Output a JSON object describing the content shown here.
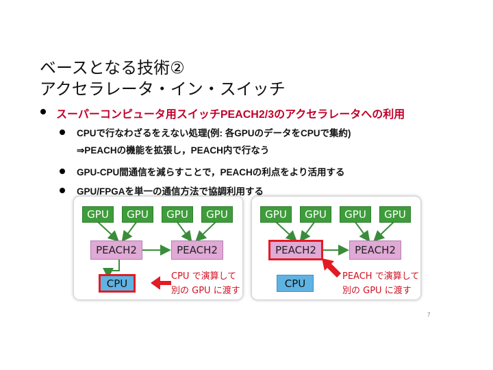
{
  "slide": {
    "title_line1": "ベースとなる技術②",
    "title_line2": "アクセラレータ・イン・スイッチ",
    "bullets": [
      {
        "level": 1,
        "text": "スーパーコンピュータ用スイッチPEACH2/3のアクセラレータへの利用"
      },
      {
        "level": 2,
        "text": "CPUで行なわざるをえない処理(例: 各GPUのデータをCPUで集約)"
      },
      {
        "level": 2,
        "text": "⇒PEACHの機能を拡張し，PEACH内で行なう"
      },
      {
        "level": 2,
        "text": "GPU-CPU間通信を減らすことで，PEACHの利点をより活用する"
      },
      {
        "level": 2,
        "text": "GPU/FPGAを単一の通信方法で協調利用する"
      }
    ],
    "page_number": "7"
  },
  "diagram": {
    "left": {
      "gpus": [
        "GPU",
        "GPU",
        "GPU",
        "GPU"
      ],
      "peach": [
        "PEACH2",
        "PEACH2"
      ],
      "cpu": "CPU",
      "note_line1": "CPU で演算して",
      "note_line2": "別の GPU に渡す"
    },
    "right": {
      "gpus": [
        "GPU",
        "GPU",
        "GPU",
        "GPU"
      ],
      "peach": [
        "PEACH2",
        "PEACH2"
      ],
      "cpu": "CPU",
      "note_line1": "PEACH で演算して",
      "note_line2": "別の GPU に渡す"
    }
  },
  "colors": {
    "gpu": "#3e9c3b",
    "peach": "#e0a9d6",
    "cpu": "#5fb3e2",
    "highlight": "#e31b23",
    "bullet_red": "#c0002a"
  }
}
